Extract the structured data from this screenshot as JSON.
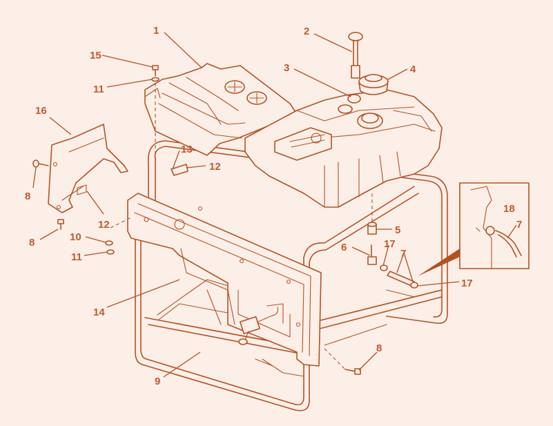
{
  "diagram": {
    "colors": {
      "line": "#b6501f",
      "text": "#c4592a",
      "background": "#fbefe8"
    },
    "callouts": {
      "c1": "1",
      "c2": "2",
      "c3": "3",
      "c4": "4",
      "c5": "5",
      "c6": "6",
      "c7a": "7",
      "c7b": "7",
      "c8a": "8",
      "c8b": "8",
      "c8c": "8",
      "c9": "9",
      "c10": "10",
      "c11a": "11",
      "c11b": "11",
      "c12a": "12",
      "c12b": "12",
      "c13": "13",
      "c14": "14",
      "c15": "15",
      "c16": "16",
      "c17a": "17",
      "c17b": "17",
      "c18": "18"
    }
  }
}
